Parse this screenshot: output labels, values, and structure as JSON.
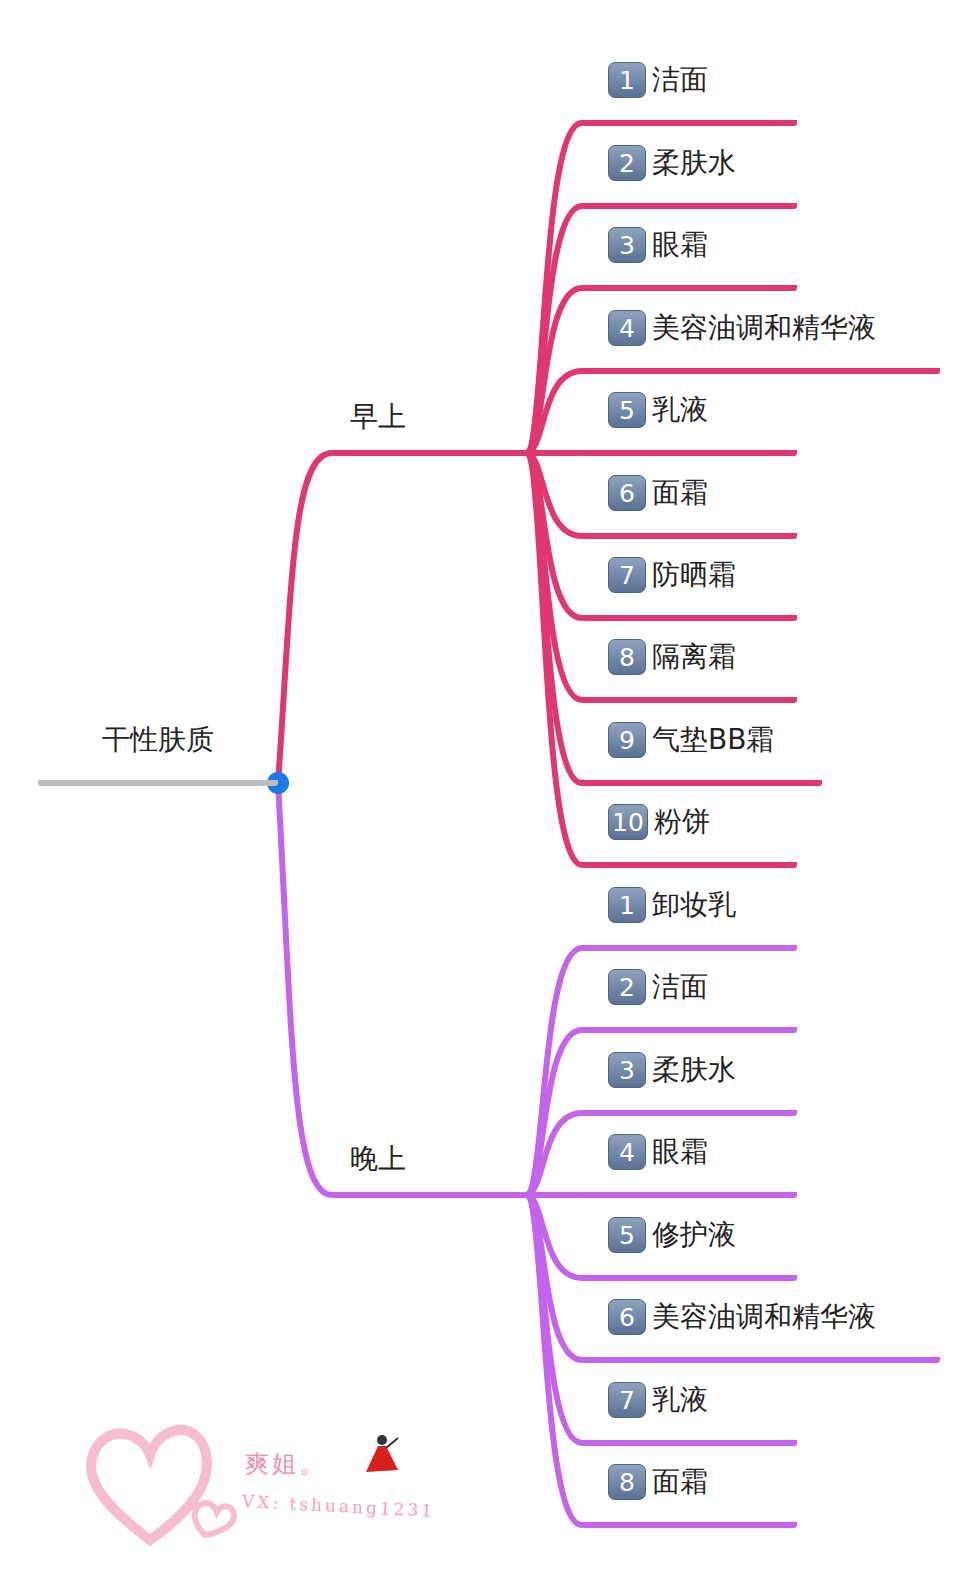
{
  "diagram": {
    "nodes": [
      {
        "text": [
          "干性肤质"
        ]
      },
      {
        "text": [
          "早上"
        ]
      },
      {
        "text": [
          "1",
          "洁面"
        ]
      },
      {
        "text": [
          "2",
          "柔肤水"
        ]
      },
      {
        "text": [
          "3",
          "眼霜"
        ]
      },
      {
        "text": [
          "4",
          "美容油调和精华液"
        ]
      },
      {
        "text": [
          "5",
          "乳液"
        ]
      },
      {
        "text": [
          "6",
          "面霜"
        ]
      },
      {
        "text": [
          "7",
          "防晒霜"
        ]
      },
      {
        "text": [
          "8",
          "隔离霜"
        ]
      },
      {
        "text": [
          "9",
          "气垫BB霜"
        ]
      },
      {
        "text": [
          "10",
          "粉饼"
        ]
      },
      {
        "text": [
          "晚上"
        ]
      },
      {
        "text": [
          "1",
          "卸妆乳"
        ]
      },
      {
        "text": [
          "2",
          "洁面"
        ]
      },
      {
        "text": [
          "3",
          "柔肤水"
        ]
      },
      {
        "text": [
          "4",
          "眼霜"
        ]
      },
      {
        "text": [
          "5",
          "修护液"
        ]
      },
      {
        "text": [
          "6",
          "美容油调和精华液"
        ]
      },
      {
        "text": [
          "7",
          "乳液"
        ]
      },
      {
        "text": [
          "8",
          "面霜"
        ]
      }
    ],
    "edges": [
      {
        "from": 0,
        "to": 1,
        "arrow": "none"
      },
      {
        "from": 1,
        "to": 2,
        "arrow": "none"
      },
      {
        "from": 1,
        "to": 3,
        "arrow": "none"
      },
      {
        "from": 1,
        "to": 4,
        "arrow": "none"
      },
      {
        "from": 1,
        "to": 5,
        "arrow": "none"
      },
      {
        "from": 1,
        "to": 6,
        "arrow": "none"
      },
      {
        "from": 1,
        "to": 7,
        "arrow": "none"
      },
      {
        "from": 1,
        "to": 8,
        "arrow": "none"
      },
      {
        "from": 1,
        "to": 9,
        "arrow": "none"
      },
      {
        "from": 1,
        "to": 10,
        "arrow": "none"
      },
      {
        "from": 1,
        "to": 11,
        "arrow": "none"
      },
      {
        "from": 0,
        "to": 12,
        "arrow": "none"
      },
      {
        "from": 12,
        "to": 13,
        "arrow": "none"
      },
      {
        "from": 12,
        "to": 14,
        "arrow": "none"
      },
      {
        "from": 12,
        "to": 15,
        "arrow": "none"
      },
      {
        "from": 12,
        "to": 16,
        "arrow": "none"
      },
      {
        "from": 12,
        "to": 17,
        "arrow": "none"
      },
      {
        "from": 12,
        "to": 18,
        "arrow": "none"
      },
      {
        "from": 12,
        "to": 19,
        "arrow": "none"
      },
      {
        "from": 12,
        "to": 20,
        "arrow": "none"
      }
    ],
    "labels": [
      "爽姐。",
      "VX: tshuang1231"
    ]
  }
}
